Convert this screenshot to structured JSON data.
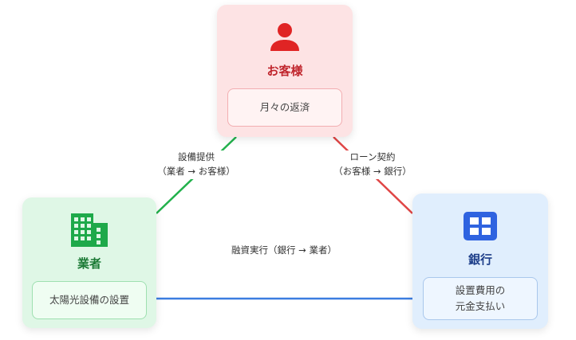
{
  "nodes": {
    "customer": {
      "title": "お客様",
      "desc": "月々の返済",
      "color": "#e02424",
      "icon": "person-icon"
    },
    "vendor": {
      "title": "業者",
      "desc": "太陽光設備の設置",
      "color": "#1ea94a",
      "icon": "building-icon"
    },
    "bank": {
      "title": "銀行",
      "desc_line1": "設置費用の",
      "desc_line2": "元金支払い",
      "color": "#2f63e0",
      "icon": "bank-grid-icon"
    }
  },
  "edges": {
    "vendor_customer": {
      "line1": "設備提供",
      "line2": "（業者 → お客様）",
      "color": "#22b14c"
    },
    "customer_bank": {
      "line1": "ローン契約",
      "line2": "（お客様 → 銀行）",
      "color": "#e04646"
    },
    "bank_vendor": {
      "line1": "融資実行（銀行 → 業者）",
      "color": "#3b7de0"
    }
  }
}
